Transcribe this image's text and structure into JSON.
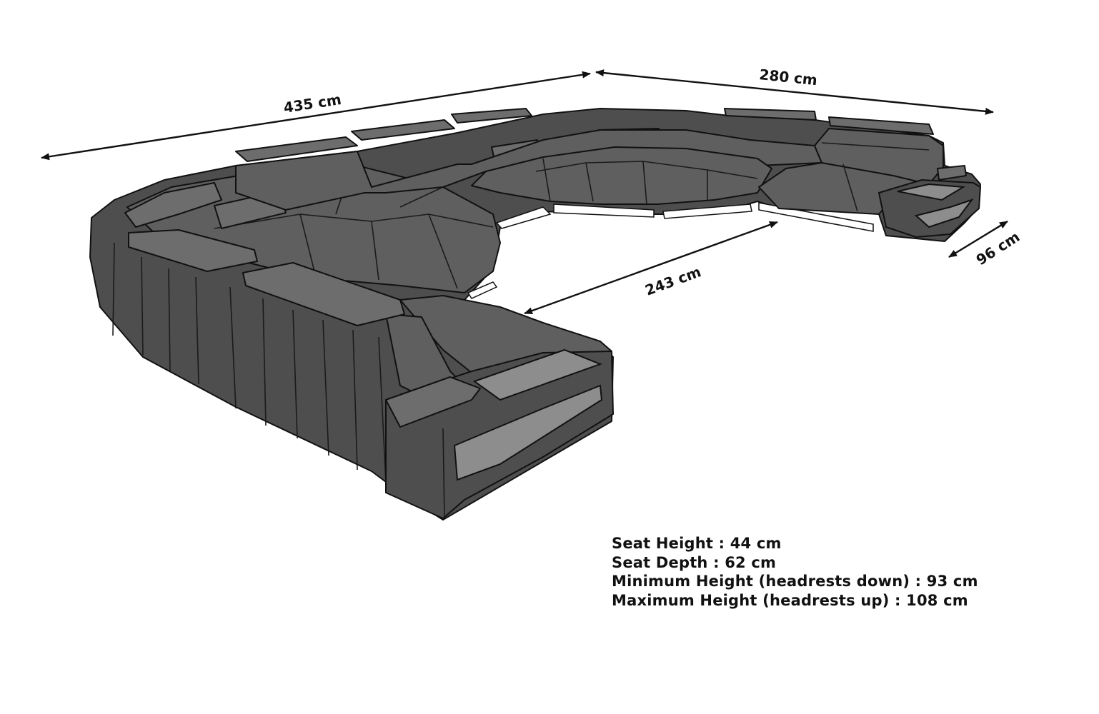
{
  "dimensions": {
    "total_length": "435 cm",
    "right_section_length": "280 cm",
    "inner_opening": "243 cm",
    "depth": "96 cm"
  },
  "specs": [
    "Seat Height  : 44 cm",
    "Seat Depth : 62 cm",
    "Minimum Height (headrests down) : 93 cm",
    "Maximum Height (headrests up) : 108 cm"
  ],
  "colors": {
    "upholstery": "#5f5f5f",
    "outline": "#111111",
    "led_strip": "#ffffff",
    "glass_top": "#8d8d8d"
  }
}
